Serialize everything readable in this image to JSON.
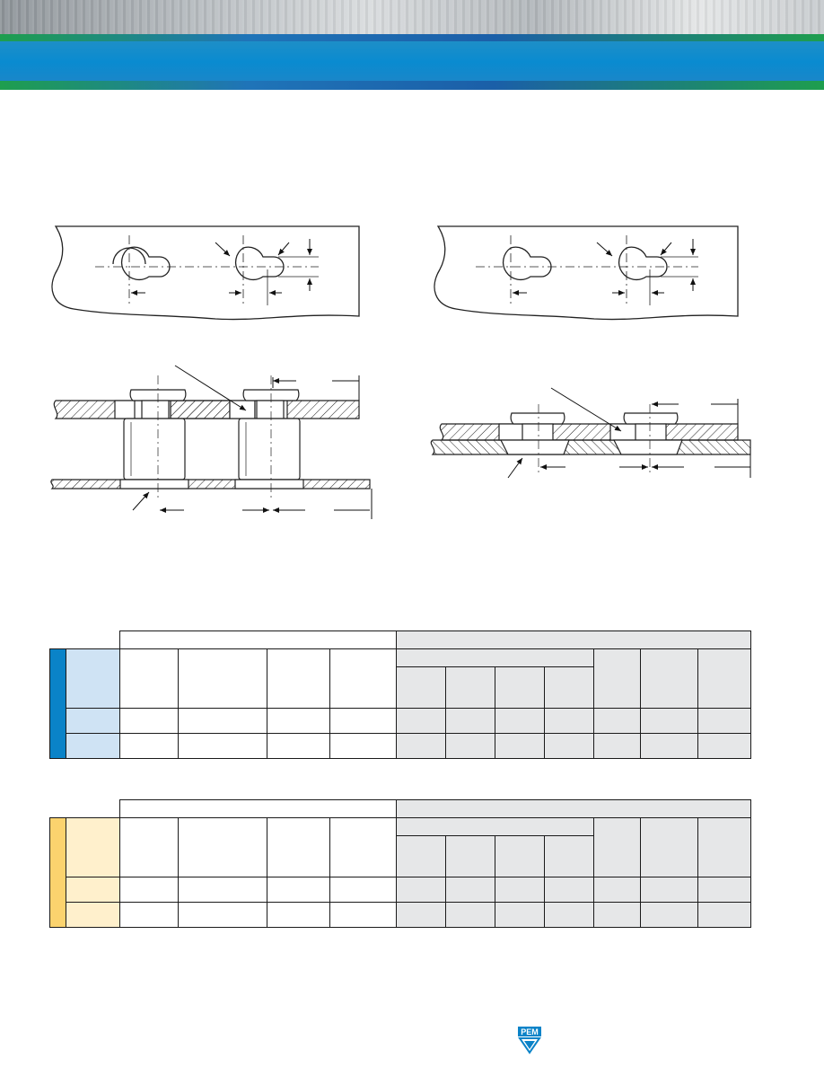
{
  "header": {
    "colors": {
      "band_blue": "#0a8bd0",
      "band_green": "#1d9b55",
      "band_dark_blue": "#1b5fa8"
    }
  },
  "tables": [
    {
      "name": "table-blue",
      "accent_color": "#0a83c8",
      "label_color": "#cfe3f4",
      "data_rows": 2
    },
    {
      "name": "table-yellow",
      "accent_color": "#fbd36e",
      "label_color": "#fff0cc",
      "data_rows": 2
    }
  ],
  "logo": {
    "text": "PEM",
    "icon": "pem-logo-icon",
    "color": "#0a83c8"
  }
}
